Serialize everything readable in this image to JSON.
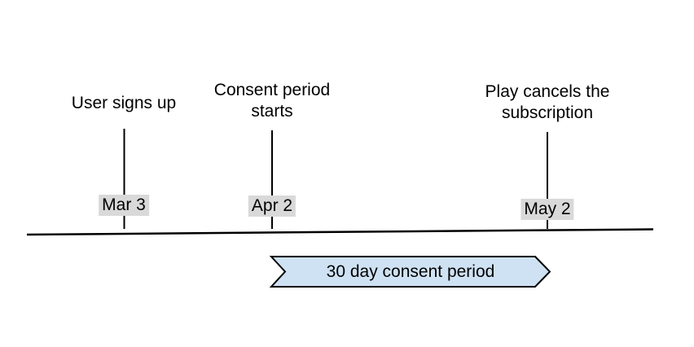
{
  "diagram": {
    "type": "timeline",
    "milestones": [
      {
        "label": "User signs up",
        "date": "Mar 3"
      },
      {
        "label": "Consent period\nstarts",
        "date": "Apr 2"
      },
      {
        "label": "Play cancels the\nsubscription",
        "date": "May 2"
      }
    ],
    "arrow": {
      "label": "30 day consent period",
      "spans_from": "Apr 2",
      "spans_to": "May 2"
    },
    "colors": {
      "background": "#ffffff",
      "line": "#000000",
      "text": "#000000",
      "date_chip_bg": "#d9d9d9",
      "arrow_fill": "#cfe2f3",
      "arrow_border": "#000000"
    }
  }
}
